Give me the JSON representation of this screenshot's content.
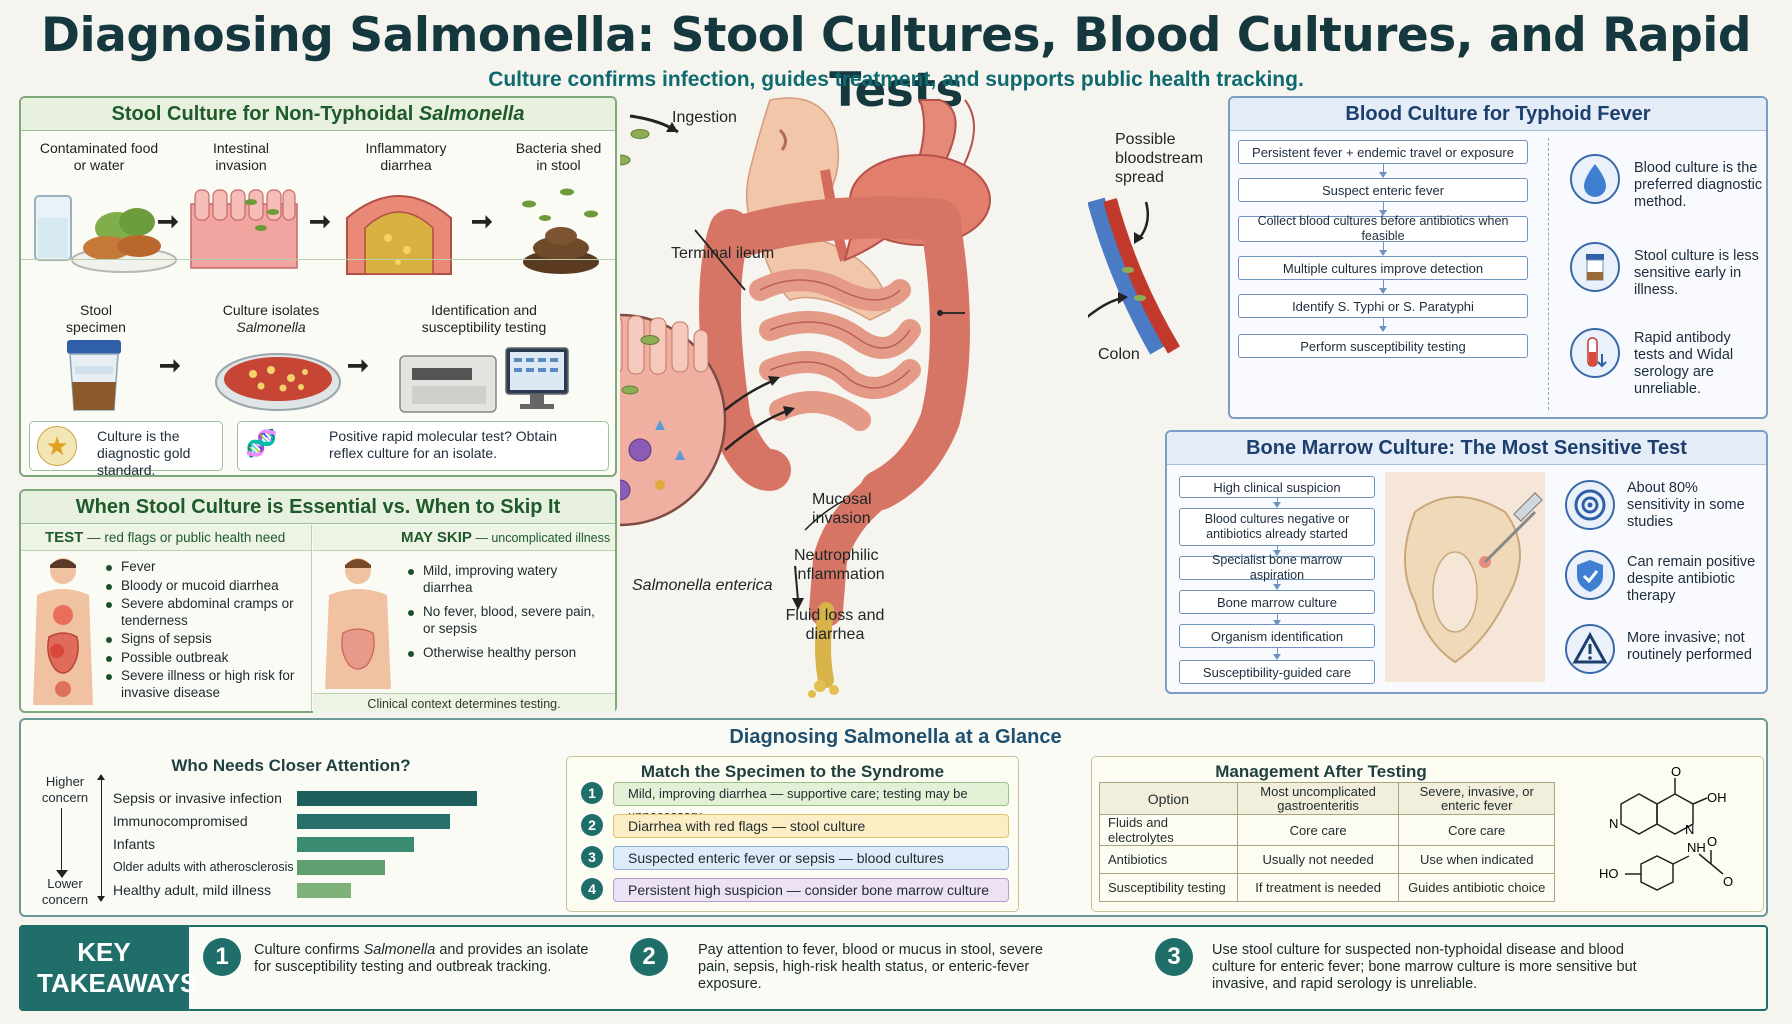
{
  "header": {
    "title": "Diagnosing Salmonella: Stool Cultures, Blood Cultures, and Rapid Tests",
    "subtitle": "Culture confirms infection, guides treatment, and supports public health tracking."
  },
  "stool_panel": {
    "title_prefix": "Stool Culture for Non-Typhoidal ",
    "title_italic": "Salmonella",
    "row1": [
      "Contaminated food or water",
      "Intestinal invasion",
      "Inflammatory diarrhea",
      "Bacteria shed in stool"
    ],
    "row2": [
      "Stool specimen",
      "Culture isolates",
      "Identification and susceptibility testing"
    ],
    "row2_italic": "Salmonella",
    "gold_standard": "Culture is the diagnostic gold standard.",
    "reflex": "Positive rapid molecular test? Obtain reflex culture for an isolate."
  },
  "when_panel": {
    "title": "When Stool Culture is Essential vs. When to Skip It",
    "test_head": "TEST",
    "test_sub": " — red flags or public health need",
    "test_items": [
      "Fever",
      "Bloody or mucoid diarrhea",
      "Severe abdominal cramps or tenderness",
      "Signs of sepsis",
      "Possible outbreak",
      "Severe illness or high risk for invasive disease"
    ],
    "skip_head": "MAY SKIP",
    "skip_sub": " — uncomplicated illness",
    "skip_items": [
      "Mild, improving watery diarrhea",
      "No fever, blood, severe pain, or sepsis",
      "Otherwise healthy person"
    ],
    "footer": "Clinical context determines testing."
  },
  "anatomy": {
    "ingestion": "Ingestion",
    "terminal_ileum": "Terminal ileum",
    "bloodstream": "Possible bloodstream spread",
    "colon": "Colon",
    "mucosal": "Mucosal invasion",
    "neutrophilic": "Neutrophilic inflammation",
    "salmonella": "Salmonella enterica",
    "fluid": "Fluid loss and diarrhea"
  },
  "blood_panel": {
    "title": "Blood Culture for Typhoid Fever",
    "steps": [
      "Persistent fever + endemic travel or exposure",
      "Suspect enteric fever",
      "Collect blood cultures before antibiotics when feasible",
      "Multiple cultures improve detection",
      "Identify S. Typhi or S. Paratyphi",
      "Perform susceptibility testing"
    ],
    "notes": [
      "Blood culture is the preferred diagnostic method.",
      "Stool culture is less sensitive early in illness.",
      "Rapid antibody tests and Widal serology are unreliable."
    ]
  },
  "marrow_panel": {
    "title": "Bone Marrow Culture: The Most Sensitive Test",
    "steps": [
      "High clinical suspicion",
      "Blood cultures negative or antibiotics already started",
      "Specialist bone marrow aspiration",
      "Bone marrow culture",
      "Organism identification",
      "Susceptibility-guided care"
    ],
    "notes": [
      "About 80% sensitivity in some studies",
      "Can remain positive despite antibiotic therapy",
      "More invasive; not routinely performed"
    ]
  },
  "glance": {
    "title": "Diagnosing Salmonella at a Glance",
    "attention": {
      "title": "Who Needs Closer Attention?",
      "higher": "Higher concern",
      "lower": "Lower concern",
      "rows": [
        "Sepsis or invasive infection",
        "Immunocompromised",
        "Infants",
        "Older adults with atherosclerosis",
        "Healthy adult, mild illness"
      ],
      "levels": [
        1.0,
        0.85,
        0.65,
        0.49,
        0.3
      ],
      "colors": [
        "#1d5f5a",
        "#27706a",
        "#3b8a72",
        "#5f9e6f",
        "#7fb27a"
      ]
    },
    "match": {
      "title": "Match the Specimen to the Syndrome",
      "items": [
        "Mild, improving diarrhea — supportive care; testing may be unnecessary",
        "Diarrhea with red flags — stool culture",
        "Suspected enteric fever or sepsis — blood cultures",
        "Persistent high suspicion — consider bone marrow culture"
      ],
      "numbers": [
        "1",
        "2",
        "3",
        "4"
      ]
    },
    "management": {
      "title": "Management After Testing",
      "header": [
        "Option",
        "Most uncomplicated gastroenteritis",
        "Severe, invasive, or enteric fever"
      ],
      "rows": [
        [
          "Fluids and electrolytes",
          "Core care",
          "Core care"
        ],
        [
          "Antibiotics",
          "Usually not needed",
          "Use when indicated"
        ],
        [
          "Susceptibility testing",
          "If treatment is needed",
          "Guides antibiotic choice"
        ]
      ],
      "chem_labels": [
        "O",
        "OH",
        "N",
        "N",
        "HO",
        "NH",
        "O",
        "O"
      ]
    }
  },
  "takeaways": {
    "label": "KEY TAKEAWAYS",
    "numbers": [
      "1",
      "2",
      "3"
    ],
    "t1_a": "Culture confirms ",
    "t1_italic": "Salmonella",
    "t1_b": " and provides an isolate for susceptibility testing and outbreak tracking.",
    "t2": "Pay attention to fever, blood or mucus in stool, severe pain, sepsis, high-risk health status, or enteric-fever exposure.",
    "t3": "Use stool culture for suspected non-typhoidal disease and blood culture for enteric fever; bone marrow culture is more sensitive but invasive, and rapid serology is unreliable."
  }
}
